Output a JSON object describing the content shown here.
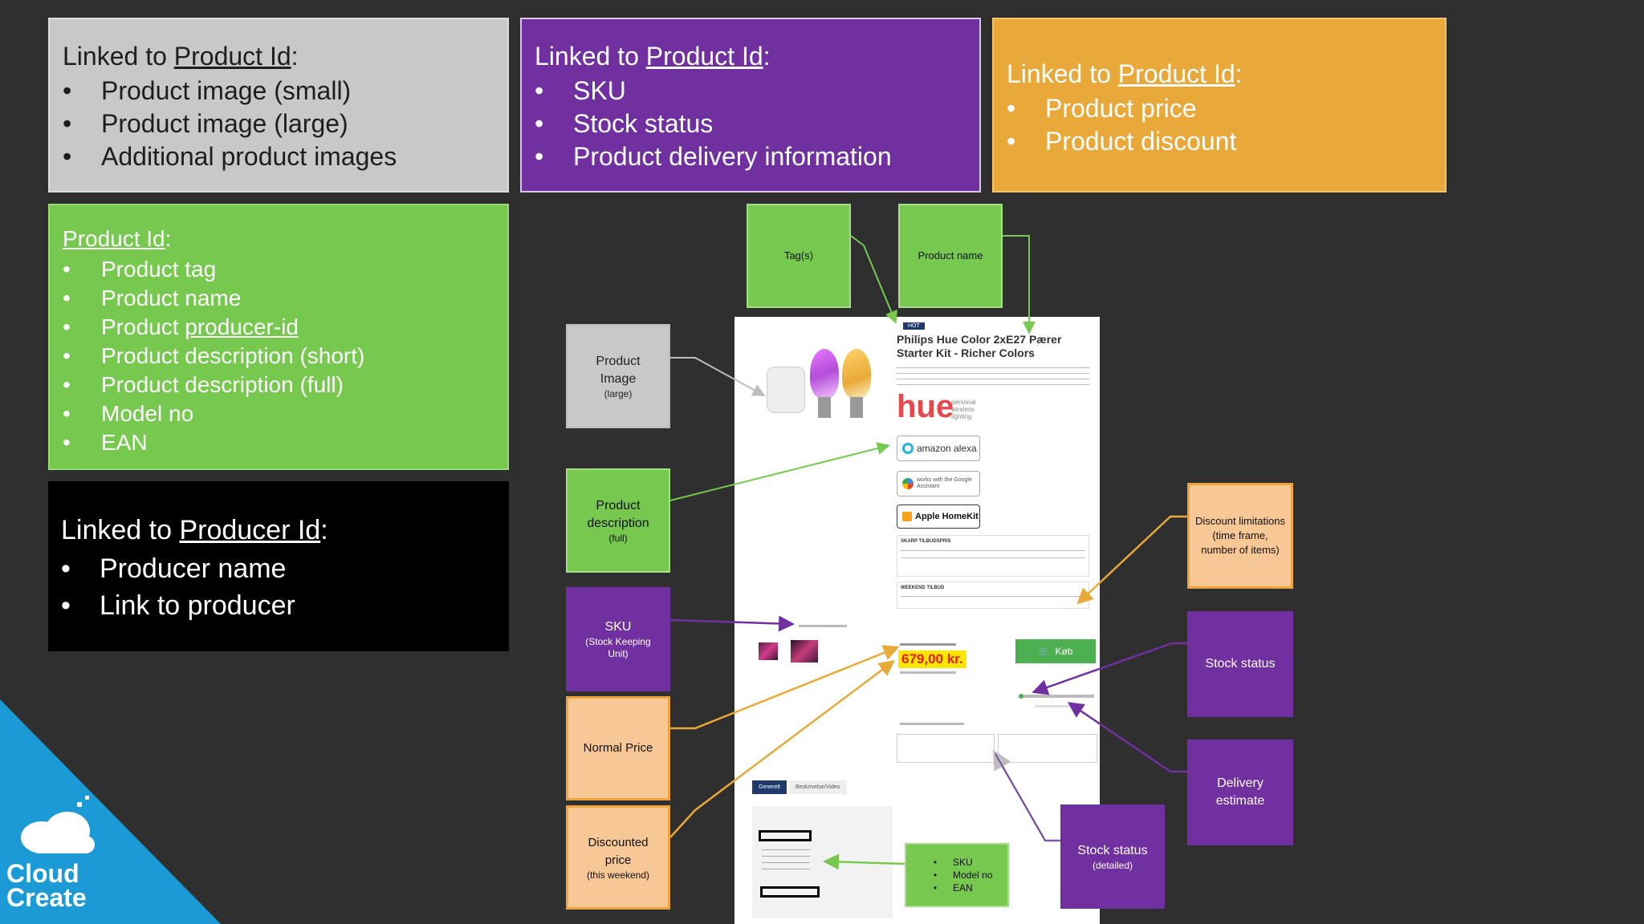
{
  "grey_box": {
    "prefix": "Linked to ",
    "link": "Product Id",
    "suffix": ":",
    "items": [
      "Product image (small)",
      "Product image (large)",
      "Additional product images"
    ]
  },
  "purple_box": {
    "prefix": "Linked to ",
    "link": "Product Id",
    "suffix": ":",
    "items": [
      "SKU",
      "Stock status",
      "Product delivery information"
    ]
  },
  "orange_box": {
    "prefix": "Linked to ",
    "link": "Product Id",
    "suffix": ":",
    "items": [
      "Product price",
      "Product discount"
    ]
  },
  "green_box": {
    "link": "Product Id",
    "suffix": ":",
    "items": [
      "Product tag",
      "Product name",
      "Product ",
      "Product description (short)",
      "Product description (full)",
      "Model no",
      "EAN"
    ],
    "item3_link": "producer-id"
  },
  "black_box": {
    "prefix": "Linked to ",
    "link": "Producer Id",
    "suffix": ":",
    "items": [
      "Producer name",
      "Link to producer"
    ]
  },
  "tags": {
    "tags_label": "Tag(s)",
    "product_name": "Product name",
    "product_image": {
      "l1": "Product",
      "l2": "Image",
      "sub": "(large)"
    },
    "product_description": {
      "l1": "Product",
      "l2": "description",
      "sub": "(full)"
    },
    "sku": {
      "l1": "SKU",
      "sub": "(Stock Keeping Unit)"
    },
    "normal_price": "Normal Price",
    "discounted_price": {
      "l1": "Discounted",
      "l2": "price",
      "sub": "(this weekend)"
    },
    "discount_limitations": "Discount limitations (time frame, number of items)",
    "stock_status": "Stock status",
    "delivery_estimate": {
      "l1": "Delivery",
      "l2": "estimate"
    },
    "stock_status_detailed": {
      "l1": "Stock status",
      "sub": "(detailed)"
    },
    "sku_model_ean": [
      "SKU",
      "Model no",
      "EAN"
    ]
  },
  "screenshot": {
    "hot": "HOT",
    "title": "Philips Hue Color 2xE27 Pærer Starter Kit - Richer Colors",
    "hue_logo": "hue",
    "hue_tagline": "personal wireless lighting",
    "alexa": "amazon alexa",
    "google": "works with the Google Assistant",
    "homekit": "Apple HomeKit",
    "offer_title": "SKARP TILBUDSPRIS",
    "weekend": "WEEKEND TILBUD",
    "price": "679,00 kr.",
    "buy": "Køb",
    "tab1": "Generelt",
    "tab2": "Beskrivelse/Video"
  },
  "logo": {
    "line1": "Cloud",
    "line2": "Create"
  },
  "colors": {
    "green_arrow": "#77c84f",
    "purple_arrow": "#7030a0",
    "orange_arrow": "#e9a93a",
    "grey_arrow": "#bdbdbd",
    "logo_bg": "#1b9ad6"
  }
}
